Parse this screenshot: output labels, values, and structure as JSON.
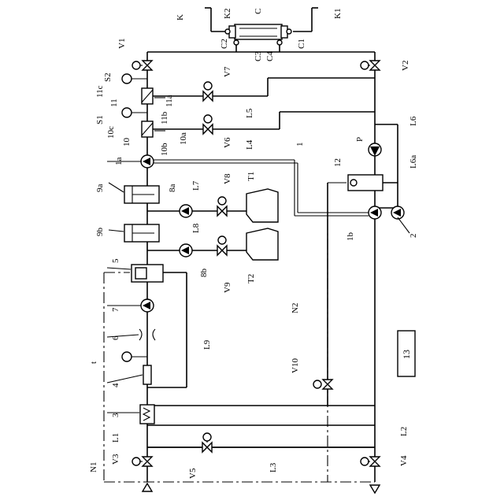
{
  "labels": {
    "K": "K",
    "K1": "K1",
    "K2": "K2",
    "C": "C",
    "C1": "C1",
    "C2": "C2",
    "C3": "C3",
    "C4": "C4",
    "V1": "V1",
    "V2": "V2",
    "V3": "V3",
    "V4": "V4",
    "V5": "V5",
    "V6": "V6",
    "V7": "V7",
    "V8": "V8",
    "V9": "V9",
    "V10": "V10",
    "S1": "S1",
    "S2": "S2",
    "n11c": "11c",
    "n11": "11",
    "n11a": "11a",
    "n11b": "11b",
    "n10c": "10c",
    "n10": "10",
    "n10a": "10a",
    "n10b": "10b",
    "L1": "L1",
    "L2": "L2",
    "L3": "L3",
    "L4": "L4",
    "L5": "L5",
    "L6": "L6",
    "L6a": "L6a",
    "L7": "L7",
    "L8": "L8",
    "L9": "L9",
    "n1": "1",
    "n1a": "1a",
    "n1b": "1b",
    "n2": "2",
    "n3": "3",
    "n4": "4",
    "n5": "5",
    "n6": "6",
    "n7": "7",
    "n8a": "8a",
    "n8b": "8b",
    "n9a": "9a",
    "n9b": "9b",
    "n12": "12",
    "n13": "13",
    "P": "P",
    "T1": "T1",
    "T2": "T2",
    "t": "t",
    "N1": "N1",
    "N2": "N2"
  }
}
